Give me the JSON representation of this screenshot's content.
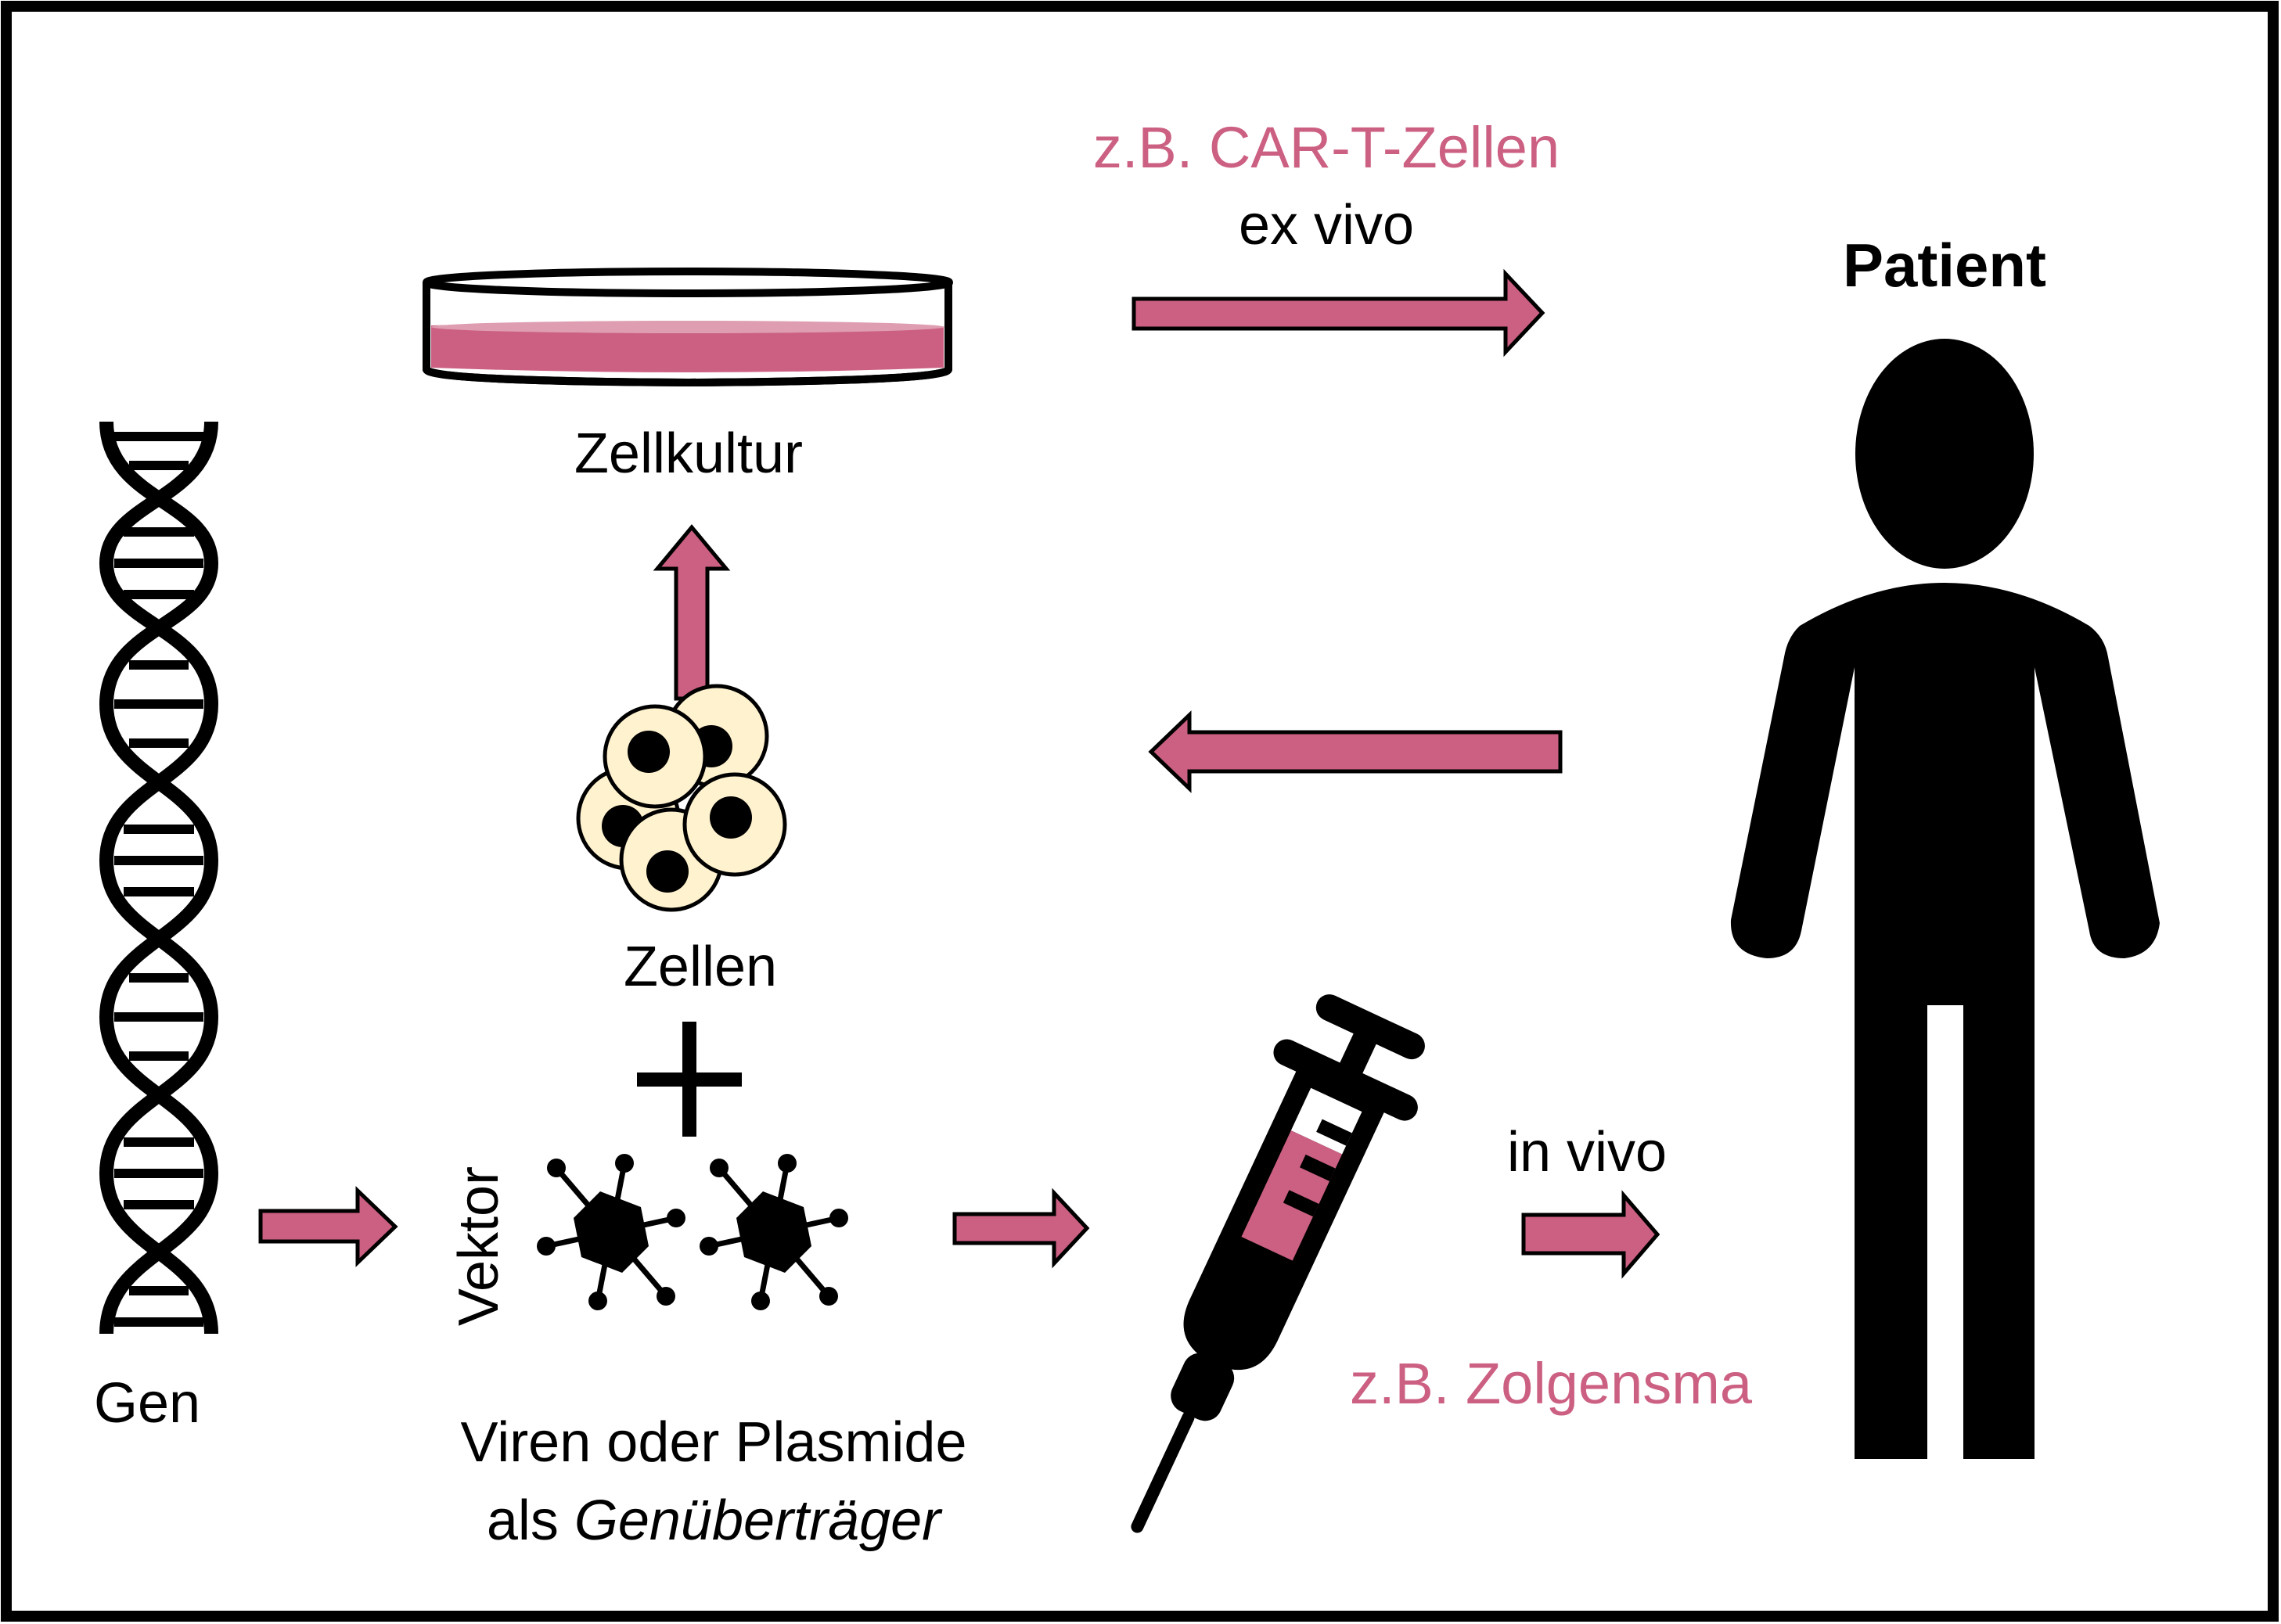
{
  "diagram": {
    "title_label": "Patient",
    "colors": {
      "accent": "#CC6082",
      "accent_light": "#DE9DB1",
      "cell_fill": "#FFF2CF",
      "ink": "#000000",
      "background": "#FFFFFF"
    },
    "labels": {
      "car_t_example": "z.B. CAR-T-Zellen",
      "ex_vivo": "ex vivo",
      "patient": "Patient",
      "cell_culture": "Zellkultur",
      "cells": "Zellen",
      "plus": "+",
      "gene": "Gen",
      "vector": "Vektor",
      "carriers_line1": "Viren oder Plasmide",
      "carriers_line2_prefix": "als ",
      "carriers_line2_italic": "Genüberträger",
      "in_vivo": "in vivo",
      "zolgensma_example": "z.B. Zolgensma"
    },
    "nodes": [
      {
        "id": "gene",
        "label": "Gen",
        "icon": "dna-icon"
      },
      {
        "id": "vector",
        "label": "Vektor",
        "icon": "virus-icon",
        "count": 2
      },
      {
        "id": "cells",
        "label": "Zellen",
        "icon": "cells-icon",
        "count": 5
      },
      {
        "id": "cell_culture",
        "label": "Zellkultur",
        "icon": "petri-dish-icon"
      },
      {
        "id": "injection",
        "label": "",
        "icon": "syringe-icon"
      },
      {
        "id": "patient",
        "label": "Patient",
        "icon": "person-icon"
      }
    ],
    "edges": [
      {
        "from": "gene",
        "to": "vector",
        "label": ""
      },
      {
        "from": "vector",
        "to": "injection",
        "label": ""
      },
      {
        "from": "injection",
        "to": "patient",
        "label": "in vivo",
        "example": "z.B. Zolgensma"
      },
      {
        "from": "patient",
        "to": "cells",
        "label": ""
      },
      {
        "from": "cells",
        "to": "cell_culture",
        "label": ""
      },
      {
        "from": "cell_culture",
        "to": "patient",
        "label": "ex vivo",
        "example": "z.B. CAR-T-Zellen"
      }
    ]
  }
}
